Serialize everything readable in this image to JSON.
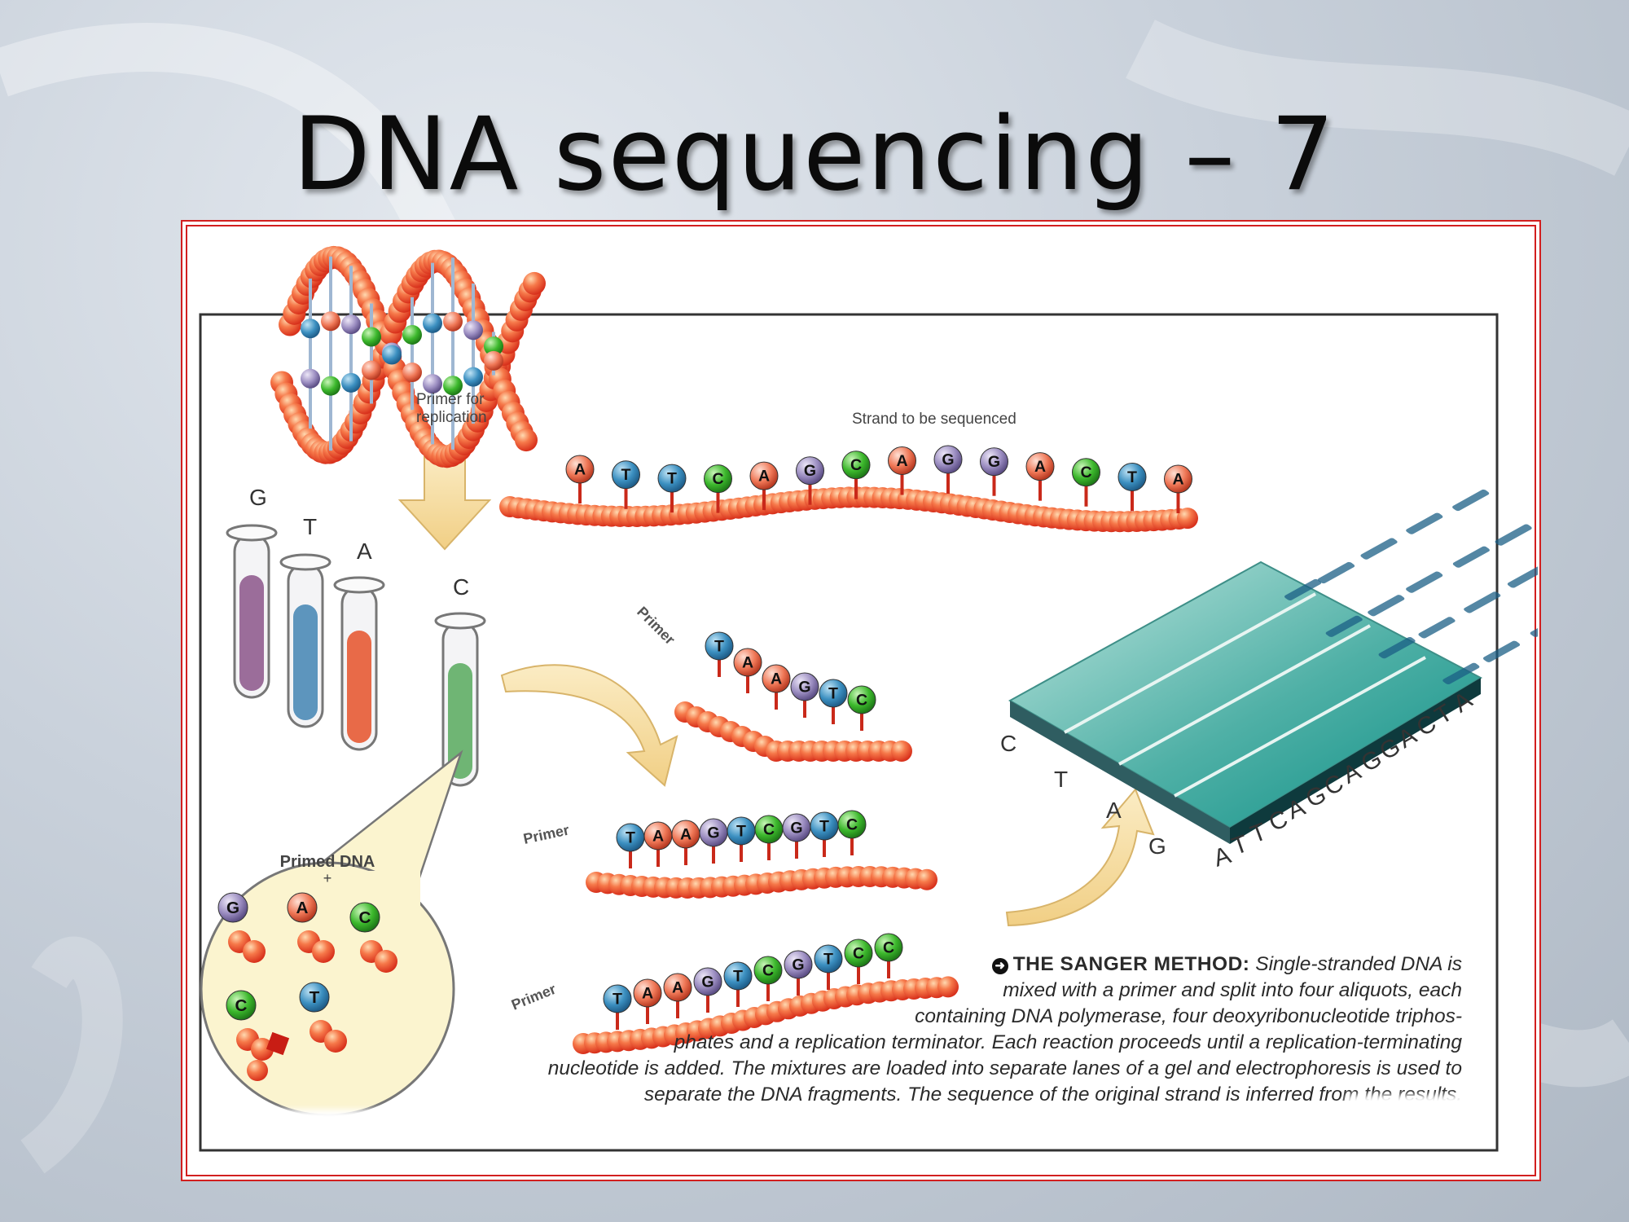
{
  "slide": {
    "title": "DNA sequencing – 7"
  },
  "colors": {
    "backbone": "#f04a2a",
    "base_blue": "#3b8fc0",
    "base_green": "#3cb82c",
    "base_purple": "#9a8cc0",
    "base_red": "#e8563a",
    "frame": "#d21f1f",
    "gel": "#3aa39e",
    "arrow": "#f6dfa2"
  },
  "labels": {
    "primer_for_replication_1": "Primer for",
    "primer_for_replication_2": "replication",
    "strand_to_be_sequenced": "Strand to be sequenced",
    "tube_g": "G",
    "tube_t": "T",
    "tube_a": "A",
    "tube_c": "C",
    "primer": "Primer",
    "primed_dna": "Primed DNA",
    "plus": "+",
    "gel_c": "C",
    "gel_t": "T",
    "gel_a": "A",
    "gel_g": "G",
    "gel_sequence": "ATTCAGCAGGACTA"
  },
  "template_strand": [
    "A",
    "T",
    "T",
    "C",
    "A",
    "G",
    "C",
    "A",
    "G",
    "G",
    "A",
    "C",
    "T",
    "A"
  ],
  "fragments": [
    [
      "T",
      "A",
      "A",
      "G",
      "T",
      "C"
    ],
    [
      "T",
      "A",
      "A",
      "G",
      "T",
      "C",
      "G",
      "T",
      "C"
    ],
    [
      "T",
      "A",
      "A",
      "G",
      "T",
      "C",
      "G",
      "T",
      "C",
      "C"
    ]
  ],
  "nucleotides": [
    "G",
    "A",
    "C",
    "C",
    "T"
  ],
  "caption": {
    "head": "THE SANGER METHOD:",
    "line1": "Single-stranded DNA is",
    "line2": "mixed with a primer and split into four aliquots, each",
    "line3": "containing DNA polymerase, four deoxyribonucleotide triphos-",
    "line4": "phates and a replication terminator. Each reaction proceeds until a replication-terminating",
    "line5": "nucleotide is added. The mixtures are loaded into separate lanes of a gel and electrophoresis is used to",
    "line6": "separate the DNA fragments. The sequence of the original strand is inferred from the results."
  }
}
